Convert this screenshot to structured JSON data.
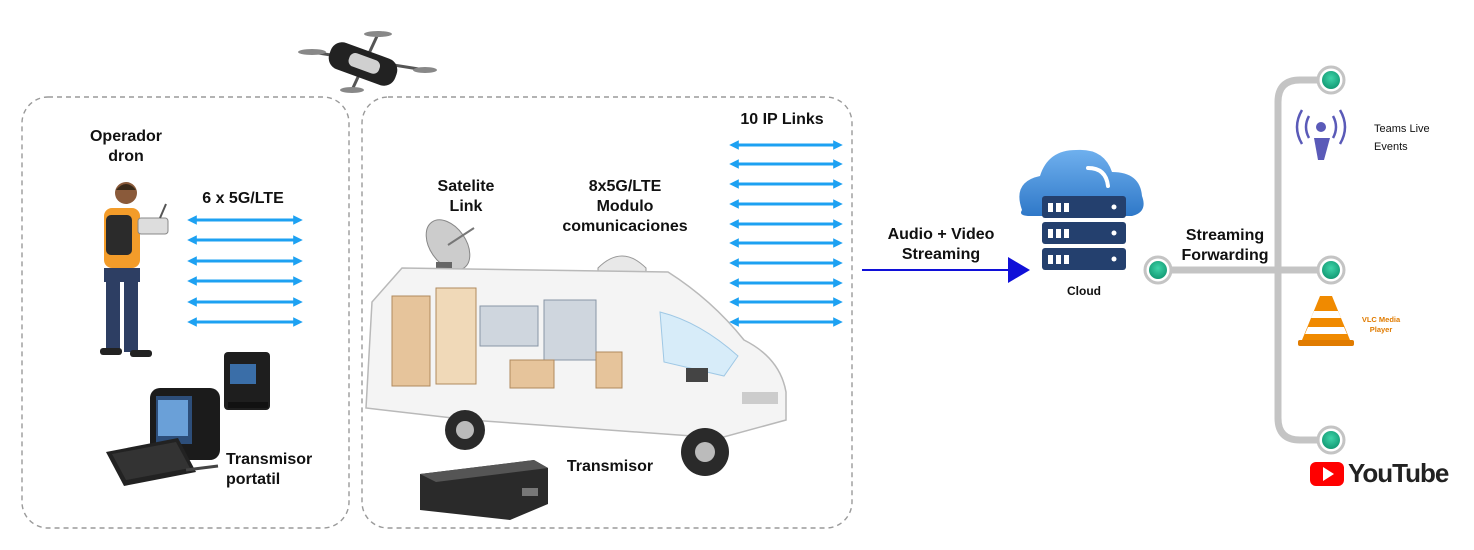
{
  "operator": {
    "title": "Operador",
    "subtitle": "dron"
  },
  "operator_link": {
    "label": "6 x 5G/LTE"
  },
  "portable": {
    "line1": "Transmisor",
    "line2": "portatil"
  },
  "satellite": {
    "line1": "Satelite",
    "line2": "Link"
  },
  "comms": {
    "line1": "8x5G/LTE",
    "line2": "Modulo",
    "line3": "comunicaciones"
  },
  "ip_links": {
    "label": "10 IP Links"
  },
  "van_transmitter": {
    "label": "Transmisor"
  },
  "av_stream": {
    "line1": "Audio + Video",
    "line2": "Streaming"
  },
  "cloud": {
    "label": "Cloud"
  },
  "forwarding": {
    "line1": "Streaming",
    "line2": "Forwarding"
  },
  "destinations": {
    "teams": {
      "line1": "Teams Live",
      "line2": "Events"
    },
    "vlc": {
      "line1": "VLC Media",
      "line2": "Player"
    },
    "youtube": {
      "label": "YouTube"
    }
  },
  "colors": {
    "arrow_blue": "#1da1f2",
    "stream_arrow": "#1010d8",
    "node_green": "#19b38a",
    "cloud_blue": "#4a90d9",
    "server_navy": "#24406e",
    "box_dash": "#9a9a9a"
  }
}
